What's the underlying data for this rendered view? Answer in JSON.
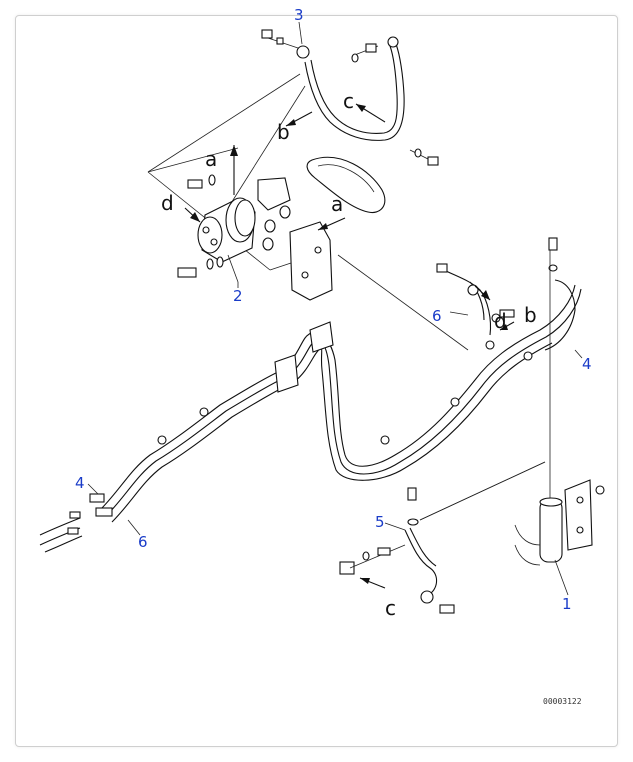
{
  "callouts": {
    "n1": "1",
    "n2": "2",
    "n3": "3",
    "n4a": "4",
    "n4b": "4",
    "n5": "5",
    "n6a": "6",
    "n6b": "6"
  },
  "letters": {
    "a1": "a",
    "a2": "a",
    "b1": "b",
    "b2": "b",
    "c1": "c",
    "c2": "c",
    "d1": "d",
    "d2": "d"
  },
  "drawing_code": "00003122",
  "colors": {
    "callout": "#1a3cc8",
    "line": "#111111",
    "frame": "#cfcfcf"
  }
}
